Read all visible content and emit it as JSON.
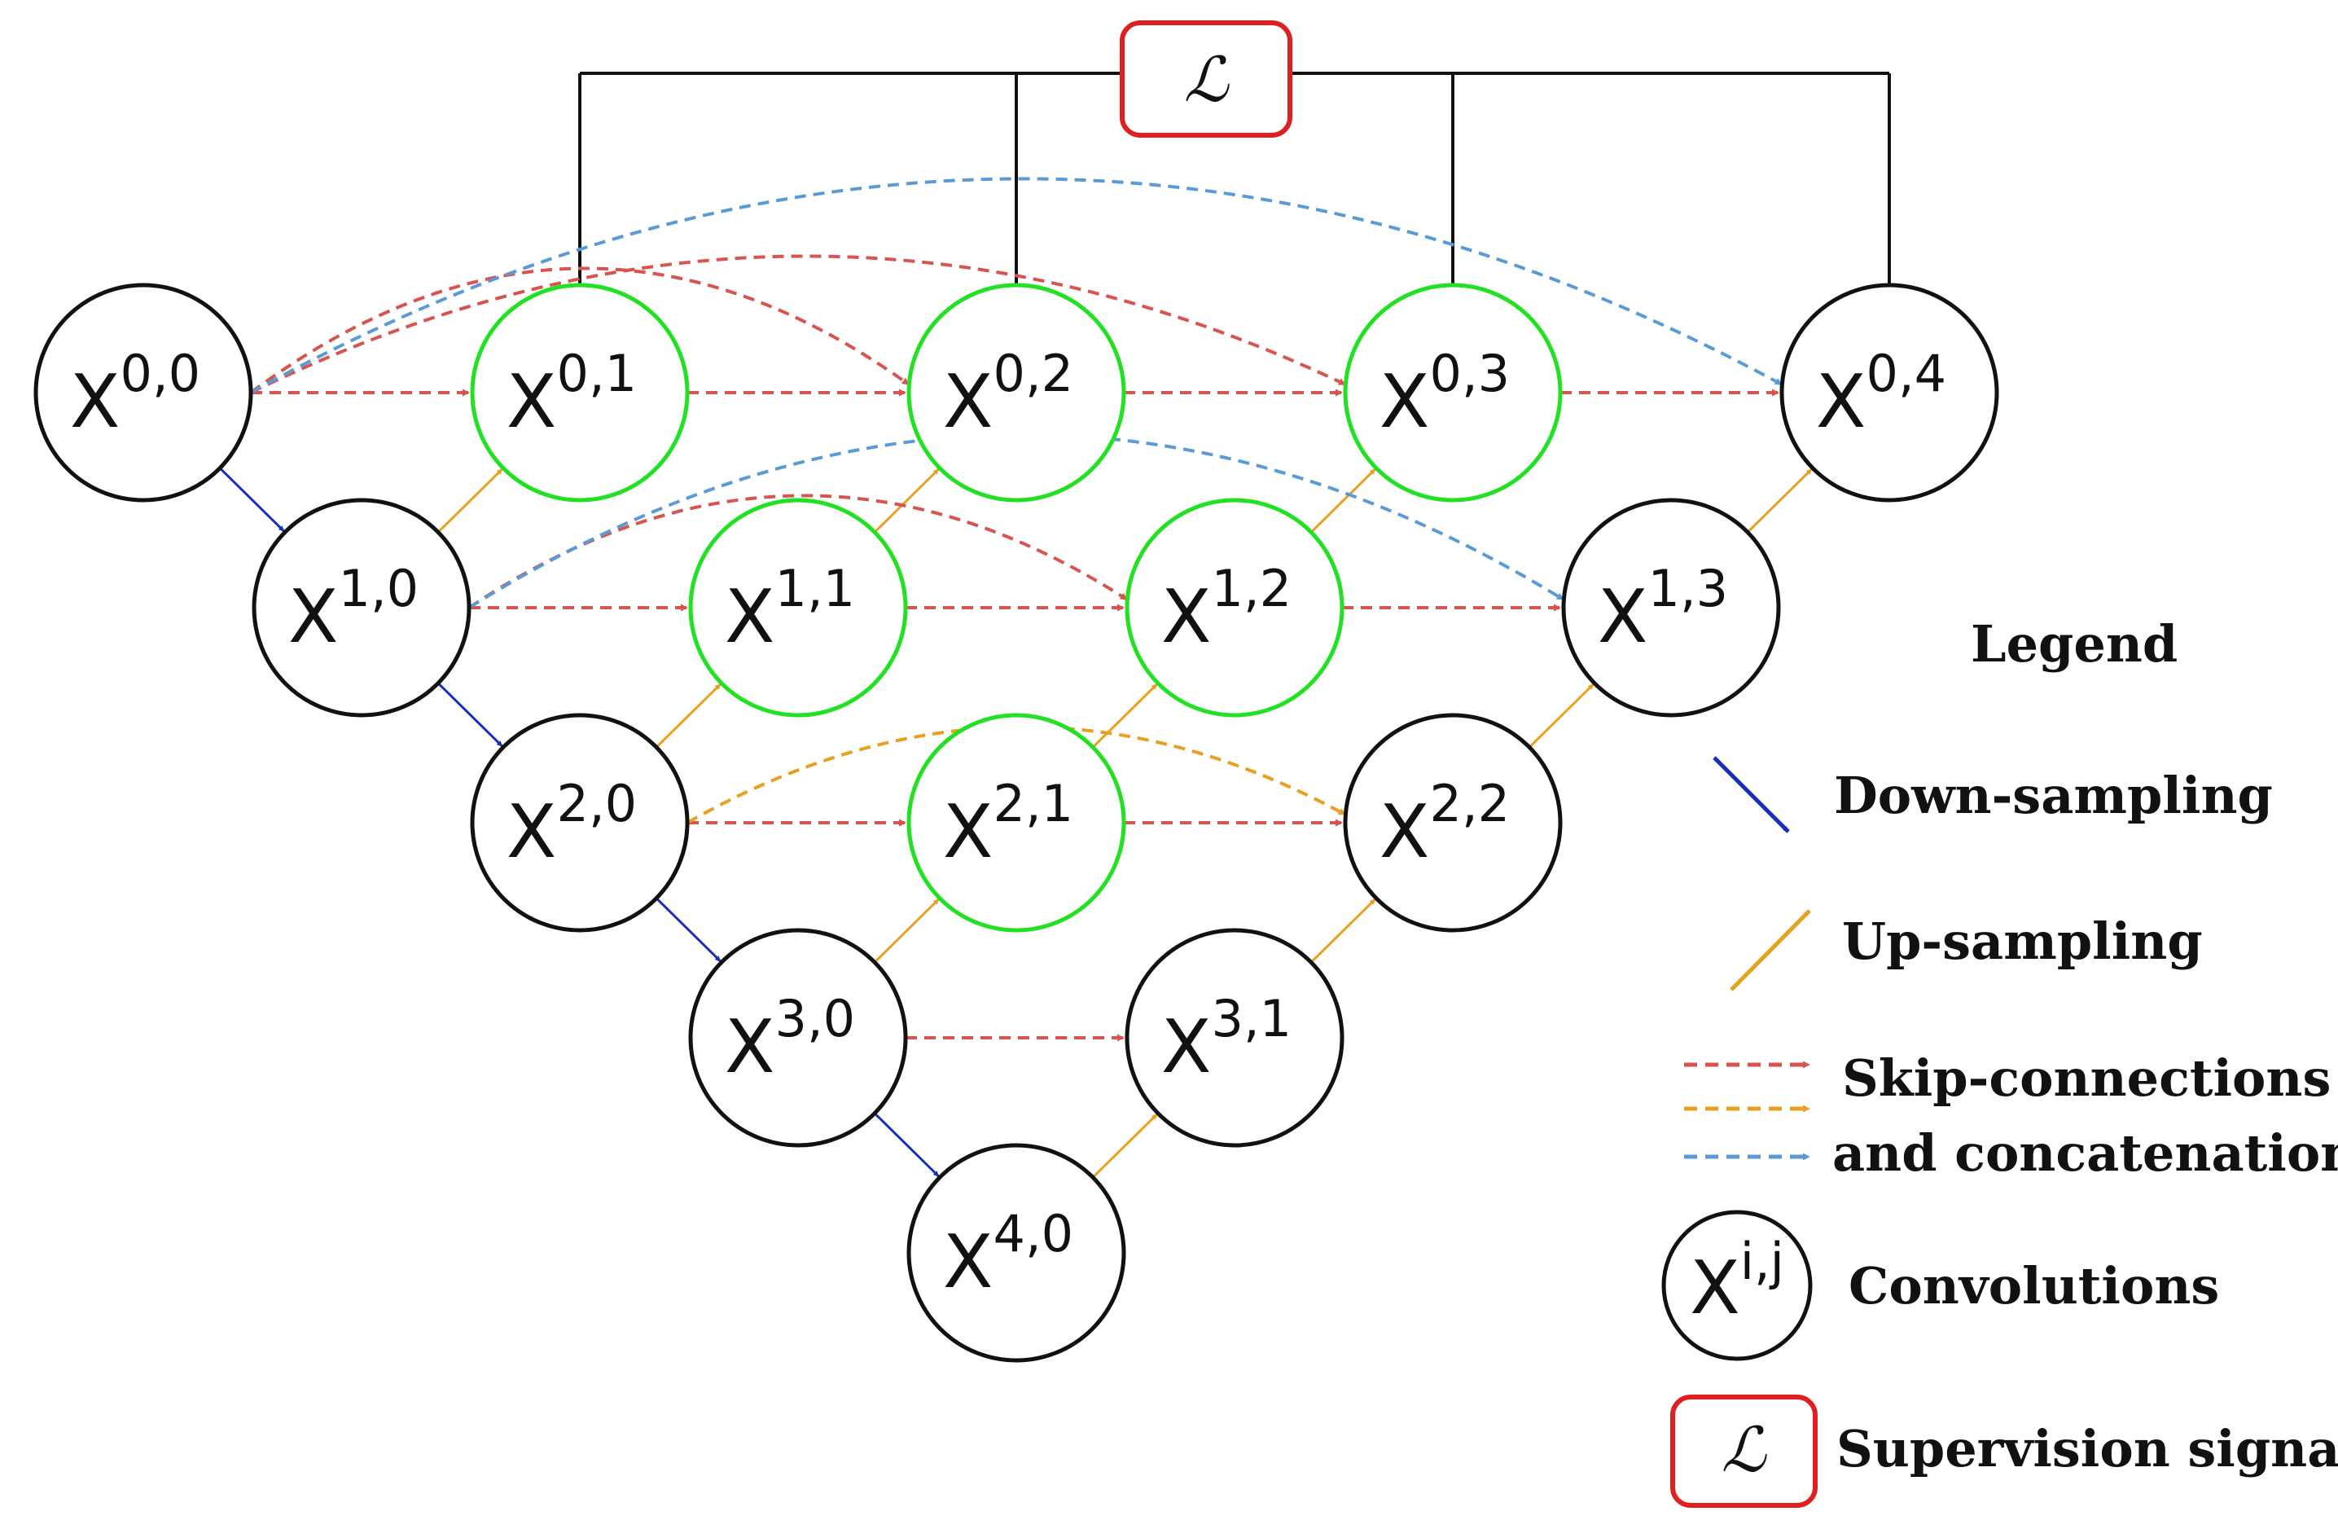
{
  "diagram": {
    "loss_symbol": "ℒ",
    "nodes": [
      {
        "id": "0-0",
        "base": "X",
        "sup": "0,0",
        "color": "#111111"
      },
      {
        "id": "0-1",
        "base": "X",
        "sup": "0,1",
        "color": "#22e022"
      },
      {
        "id": "0-2",
        "base": "X",
        "sup": "0,2",
        "color": "#22e022"
      },
      {
        "id": "0-3",
        "base": "X",
        "sup": "0,3",
        "color": "#22e022"
      },
      {
        "id": "0-4",
        "base": "X",
        "sup": "0,4",
        "color": "#111111"
      },
      {
        "id": "1-0",
        "base": "X",
        "sup": "1,0",
        "color": "#111111"
      },
      {
        "id": "1-1",
        "base": "X",
        "sup": "1,1",
        "color": "#22e022"
      },
      {
        "id": "1-2",
        "base": "X",
        "sup": "1,2",
        "color": "#22e022"
      },
      {
        "id": "1-3",
        "base": "X",
        "sup": "1,3",
        "color": "#111111"
      },
      {
        "id": "2-0",
        "base": "X",
        "sup": "2,0",
        "color": "#111111"
      },
      {
        "id": "2-1",
        "base": "X",
        "sup": "2,1",
        "color": "#22e022"
      },
      {
        "id": "2-2",
        "base": "X",
        "sup": "2,2",
        "color": "#111111"
      },
      {
        "id": "3-0",
        "base": "X",
        "sup": "3,0",
        "color": "#111111"
      },
      {
        "id": "3-1",
        "base": "X",
        "sup": "3,1",
        "color": "#111111"
      },
      {
        "id": "4-0",
        "base": "X",
        "sup": "4,0",
        "color": "#111111"
      }
    ],
    "edges": {
      "down": [
        [
          "0-0",
          "1-0"
        ],
        [
          "1-0",
          "2-0"
        ],
        [
          "2-0",
          "3-0"
        ],
        [
          "3-0",
          "4-0"
        ]
      ],
      "up": [
        [
          "1-0",
          "0-1"
        ],
        [
          "1-1",
          "0-2"
        ],
        [
          "1-2",
          "0-3"
        ],
        [
          "1-3",
          "0-4"
        ],
        [
          "2-0",
          "1-1"
        ],
        [
          "2-1",
          "1-2"
        ],
        [
          "2-2",
          "1-3"
        ],
        [
          "3-0",
          "2-1"
        ],
        [
          "3-1",
          "2-2"
        ],
        [
          "4-0",
          "3-1"
        ]
      ],
      "skip_straight": [
        [
          "0-0",
          "0-1"
        ],
        [
          "0-1",
          "0-2"
        ],
        [
          "0-2",
          "0-3"
        ],
        [
          "0-3",
          "0-4"
        ],
        [
          "1-0",
          "1-1"
        ],
        [
          "1-1",
          "1-2"
        ],
        [
          "1-2",
          "1-3"
        ],
        [
          "2-0",
          "2-1"
        ],
        [
          "2-1",
          "2-2"
        ],
        [
          "3-0",
          "3-1"
        ]
      ],
      "skip_arc_red": [
        [
          "0-0",
          "0-2"
        ],
        [
          "0-0",
          "0-3"
        ],
        [
          "1-0",
          "1-2"
        ]
      ],
      "skip_arc_orange": [
        [
          "2-0",
          "2-2"
        ]
      ],
      "skip_arc_blue": [
        [
          "0-0",
          "0-4"
        ],
        [
          "1-0",
          "1-3"
        ]
      ],
      "supervision": [
        "0-1",
        "0-2",
        "0-3",
        "0-4"
      ]
    }
  },
  "legend": {
    "title": "Legend",
    "down_sampling": "Down-sampling",
    "up_sampling": "Up-sampling",
    "skip_line1": "Skip-connections",
    "skip_line2": "and concatenation",
    "node_base": "X",
    "node_sup": "i,j",
    "convolutions": "Convolutions",
    "supervision": "Supervision signal"
  },
  "colors": {
    "down": "#1a2fb8",
    "up": "#e8a020",
    "skip_red": "#d9534f",
    "skip_orange": "#e8a020",
    "skip_blue": "#5b9bd5",
    "node_border": "#111111",
    "node_highlight": "#22e022",
    "loss_border": "#e02020"
  }
}
